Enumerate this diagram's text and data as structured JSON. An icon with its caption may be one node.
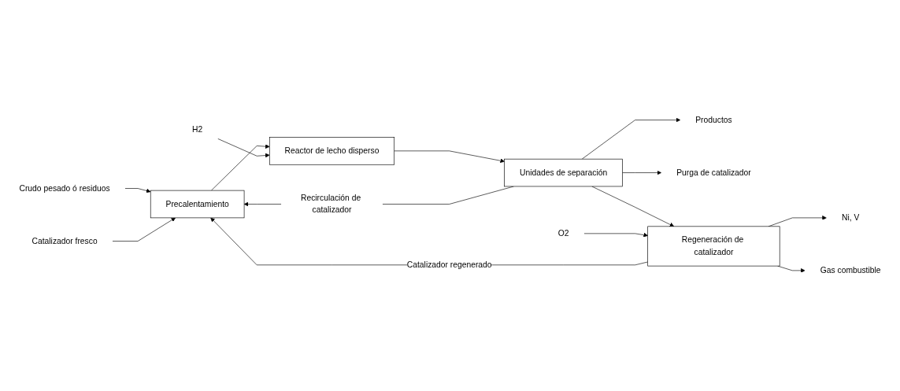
{
  "diagram": {
    "nodes": [
      {
        "text": [
          "Crudo pesado ó residuos"
        ]
      },
      {
        "text": [
          "Catalizador fresco"
        ]
      },
      {
        "text": [
          "Precalentamiento"
        ]
      },
      {
        "text": [
          "H2"
        ]
      },
      {
        "text": [
          "Reactor de lecho disperso"
        ]
      },
      {
        "text": [
          "Unidades de separación"
        ]
      },
      {
        "text": [
          "Productos"
        ]
      },
      {
        "text": [
          "Purga de catalizador"
        ]
      },
      {
        "text": [
          "Regeneración de catalizador"
        ]
      },
      {
        "text": [
          "Ni, V"
        ]
      },
      {
        "text": [
          "Gas combustible"
        ]
      },
      {
        "text": [
          "O2"
        ]
      }
    ],
    "edges": [
      {
        "from": 0,
        "to": 2,
        "arrow": "to"
      },
      {
        "from": 1,
        "to": 2,
        "arrow": "to"
      },
      {
        "from": 2,
        "to": 4,
        "arrow": "to"
      },
      {
        "from": 3,
        "to": 4,
        "arrow": "to"
      },
      {
        "from": 4,
        "to": 5,
        "arrow": "to"
      },
      {
        "from": 5,
        "to": 6,
        "arrow": "to"
      },
      {
        "from": 5,
        "to": 7,
        "arrow": "to"
      },
      {
        "from": 5,
        "to": 8,
        "arrow": "to"
      },
      {
        "from": 5,
        "to": 2,
        "label": "Recirculación de catalizador",
        "arrow": "to"
      },
      {
        "from": 8,
        "to": 2,
        "label": "Catalizador regenerado",
        "arrow": "to"
      },
      {
        "from": 8,
        "to": 9,
        "arrow": "to"
      },
      {
        "from": 8,
        "to": 10,
        "arrow": "to"
      },
      {
        "from": 11,
        "to": 8,
        "arrow": "to"
      }
    ]
  }
}
